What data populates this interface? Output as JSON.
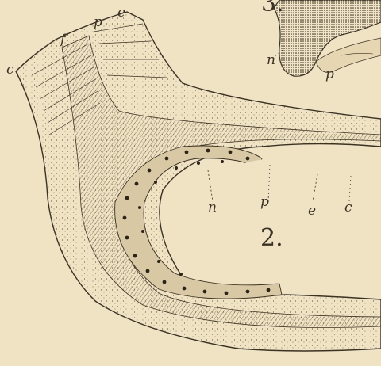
{
  "figure": {
    "number": "2.",
    "corner_number": "3.",
    "labels_top": [
      "c",
      "f",
      "p",
      "e"
    ],
    "labels_inner": [
      "n",
      "p",
      "e",
      "c"
    ],
    "labels_inset": [
      "n",
      "p"
    ]
  },
  "colors": {
    "paper": "#efe3c3",
    "ink": "#3a3226",
    "cell_fill": "#d8c9a4",
    "nucleus": "#2b241a"
  }
}
